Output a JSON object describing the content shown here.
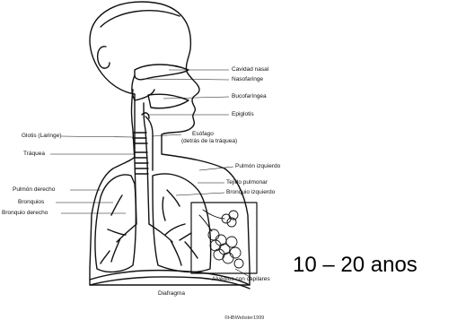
{
  "labels": {
    "cavidad_nasal": "Cavidad nasal",
    "nasofaringe": "Nasofaringe",
    "bucofaringea": "Bucofaríngea",
    "epiglotis": "Epiglotis",
    "glotis": "Glotis (Laringe)",
    "esofago_line1": "Esófago",
    "esofago_line2": "(detrás de la tráquea)",
    "traquea": "Tráquea",
    "pulmon_izquierdo": "Pulmón izquierdo",
    "tejido_pulmonar": "Tejido pulmonar",
    "bronquio_izquierdo": "Bronquio izquierdo",
    "pulmon_derecho": "Pulmón derecho",
    "bronquios": "Bronquios",
    "bronquio_derecho": "Bronquio derecho",
    "alveolos": "Alvéolos con capilares",
    "diafragma": "Diafragma"
  },
  "caption": "10 – 20 anos",
  "copyright": "©HBWebster1999",
  "colors": {
    "line": "#111111",
    "background": "#ffffff"
  }
}
